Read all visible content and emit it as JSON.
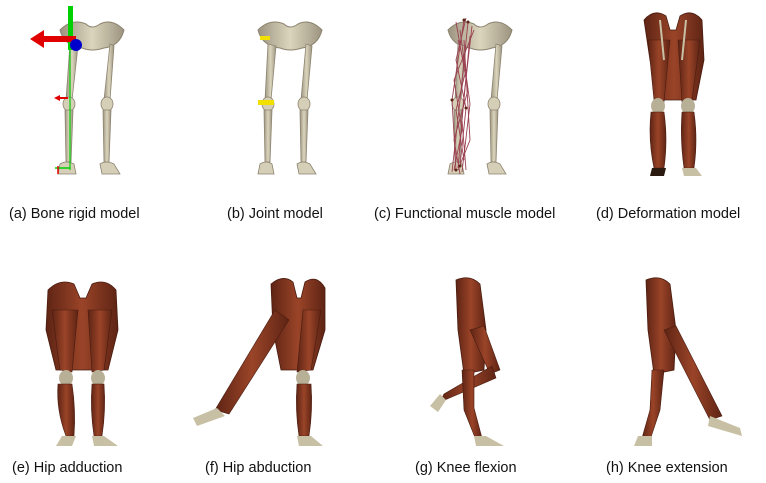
{
  "captions": {
    "a": "(a) Bone rigid model",
    "b": "(b) Joint model",
    "c": "(c) Functional muscle model",
    "d": "(d) Deformation model",
    "e": "(e) Hip adduction",
    "f": "(f) Hip abduction",
    "g": "(g) Knee flexion",
    "h": "(h) Knee extension"
  },
  "colors": {
    "bone": "#cfc7ad",
    "bone_edge": "#8c8470",
    "muscle": "#8a3a22",
    "muscle_dark": "#5e2414",
    "tendon": "#c8c0a4",
    "axis_x": "#e00000",
    "axis_y": "#00d000",
    "axis_z": "#0000cc",
    "joint_marker": "#f2e000",
    "muscle_line": "#9a4050"
  }
}
